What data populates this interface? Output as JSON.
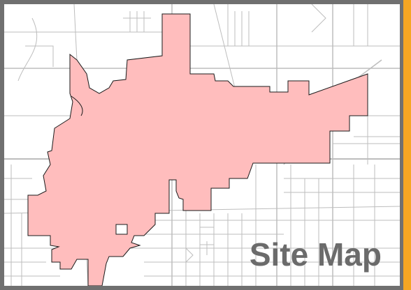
{
  "map": {
    "title": "Site Map",
    "colors": {
      "frame": "#707070",
      "accent": "#f5a623",
      "boundary_fill": "#ffbdbd",
      "boundary_stroke": "#1a1a1a",
      "road": "#bdbdbd",
      "title_text": "#6b6b6b"
    },
    "layers": [
      "street-network",
      "site-boundary"
    ]
  }
}
